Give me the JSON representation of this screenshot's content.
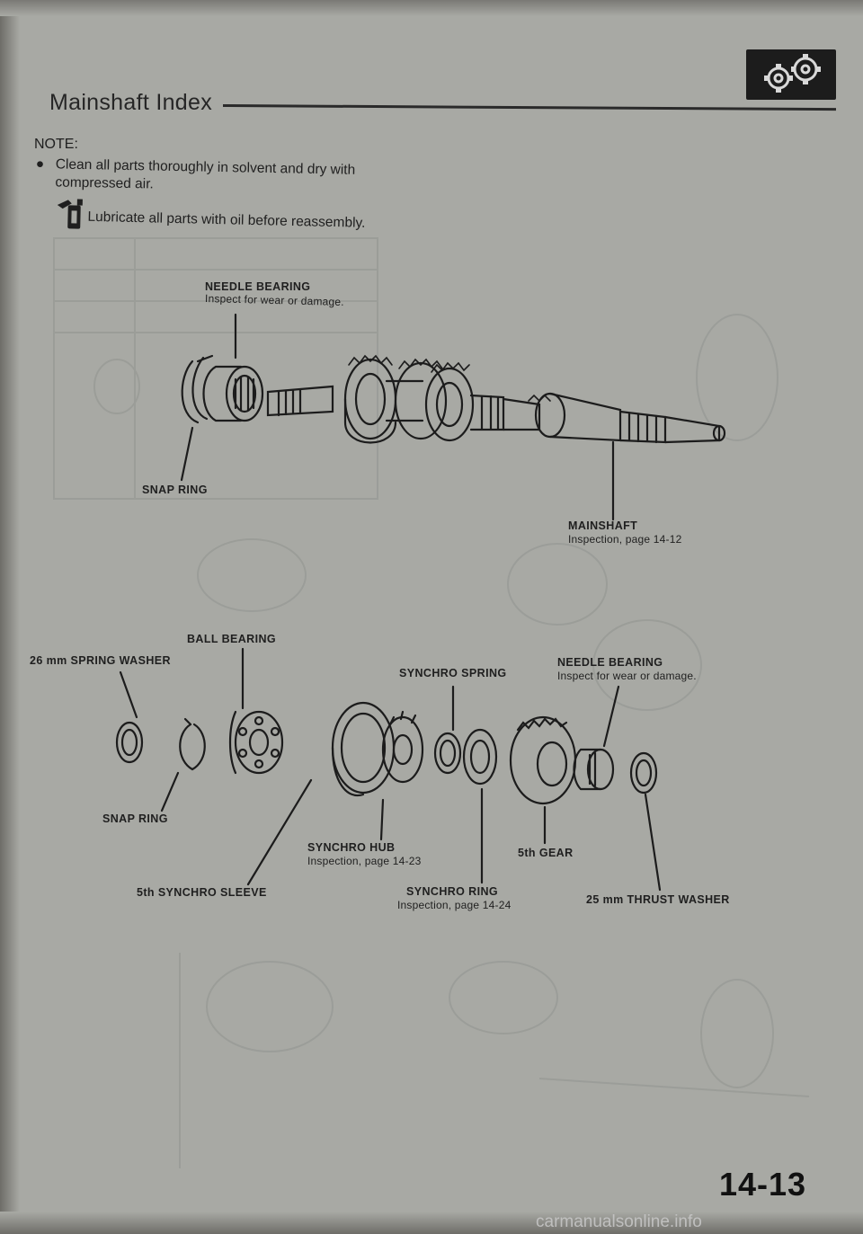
{
  "header": {
    "title": "Mainshaft Index"
  },
  "note": {
    "heading": "NOTE:",
    "bullet": "●",
    "item": "Clean all parts thoroughly in solvent and dry with compressed air.",
    "lube_text": "Lubricate all parts with oil before reassembly."
  },
  "labels": {
    "needle_bearing_top": "NEEDLE BEARING",
    "needle_bearing_top_note": "Inspect for wear or damage.",
    "snap_ring_top": "SNAP RING",
    "mainshaft": "MAINSHAFT",
    "mainshaft_note": "Inspection, page 14-12",
    "ball_bearing": "BALL BEARING",
    "spring_washer": "26 mm SPRING WASHER",
    "synchro_spring": "SYNCHRO SPRING",
    "needle_bearing_bottom": "NEEDLE BEARING",
    "needle_bearing_bottom_note": "Inspect for wear or damage.",
    "snap_ring_bottom": "SNAP RING",
    "synchro_hub": "SYNCHRO HUB",
    "synchro_hub_note": "Inspection, page 14-23",
    "fifth_gear": "5th GEAR",
    "fifth_synchro_sleeve": "5th SYNCHRO SLEEVE",
    "synchro_ring": "SYNCHRO RING",
    "synchro_ring_note": "Inspection, page 14-24",
    "thrust_washer": "25 mm THRUST WASHER"
  },
  "footer": {
    "page_number": "14-13",
    "watermark": "carmanualsonline.info"
  },
  "icons": {
    "logo": "gears-icon",
    "lubricate": "oil-can-icon"
  },
  "colors": {
    "paper": "#a8a9a4",
    "ink": "#1f1f1f",
    "ghost_ink": "#8c8e8b"
  }
}
